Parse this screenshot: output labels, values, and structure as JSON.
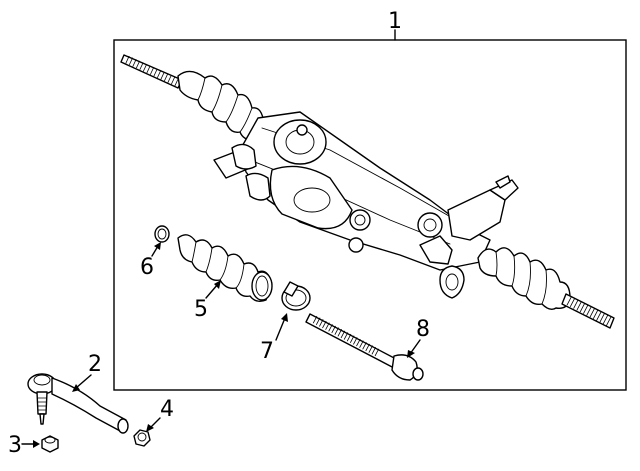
{
  "callouts": [
    {
      "id": "1",
      "label": "1"
    },
    {
      "id": "2",
      "label": "2"
    },
    {
      "id": "3",
      "label": "3"
    },
    {
      "id": "4",
      "label": "4"
    },
    {
      "id": "5",
      "label": "5"
    },
    {
      "id": "6",
      "label": "6"
    },
    {
      "id": "7",
      "label": "7"
    },
    {
      "id": "8",
      "label": "8"
    }
  ],
  "parts": {
    "steering_gear_assembly": "1",
    "outer_tie_rod_end": "2",
    "tie_rod_end_nut": "3",
    "jam_nut": "4",
    "boot": "5",
    "boot_clamp_small": "6",
    "boot_clamp_large": "7",
    "inner_tie_rod": "8"
  }
}
